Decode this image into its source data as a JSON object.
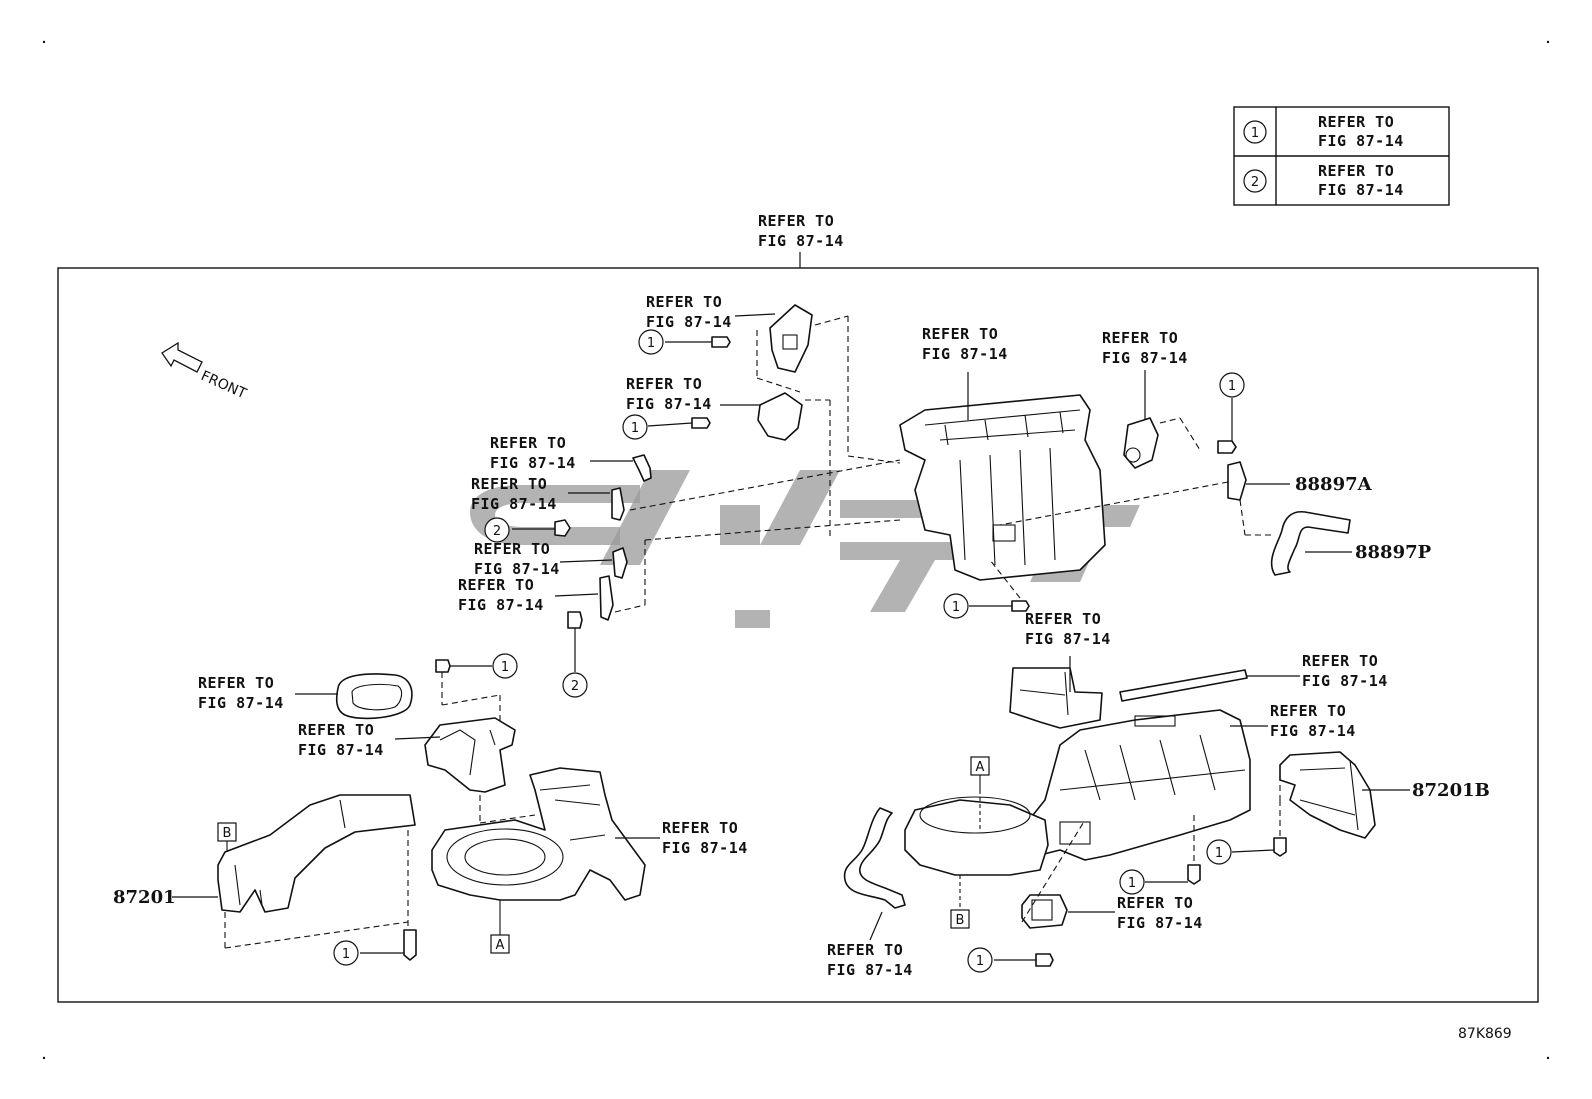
{
  "refer_text": {
    "line1": "REFER TO",
    "line2": "FIG 87-14"
  },
  "legend": [
    {
      "num": "1",
      "line1": "REFER TO",
      "line2": "FIG 87-14"
    },
    {
      "num": "2",
      "line1": "REFER TO",
      "line2": "FIG 87-14"
    }
  ],
  "front_label": "FRONT",
  "part_numbers": {
    "p88897A": "88897A",
    "p88897P": "88897P",
    "p87201": "87201",
    "p87201B": "87201B"
  },
  "markers": {
    "one": "1",
    "two": "2",
    "A": "A",
    "B": "B"
  },
  "figure_code": "87K869"
}
